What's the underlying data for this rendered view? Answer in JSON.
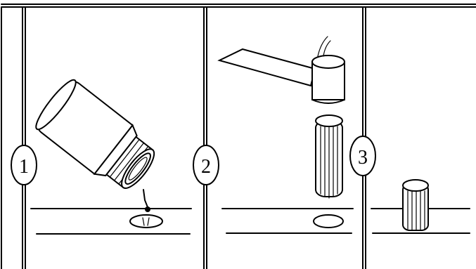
{
  "steps": [
    {
      "label": "1",
      "action": "apply-glue-to-hole"
    },
    {
      "label": "2",
      "action": "tap-dowel-with-mallet"
    },
    {
      "label": "3",
      "action": "dowel-inserted"
    }
  ],
  "icons": [
    "glue-bottle-icon",
    "mallet-icon",
    "dowel-icon",
    "hole-icon"
  ],
  "colors": {
    "ink": "#000000",
    "paper": "#ffffff"
  }
}
